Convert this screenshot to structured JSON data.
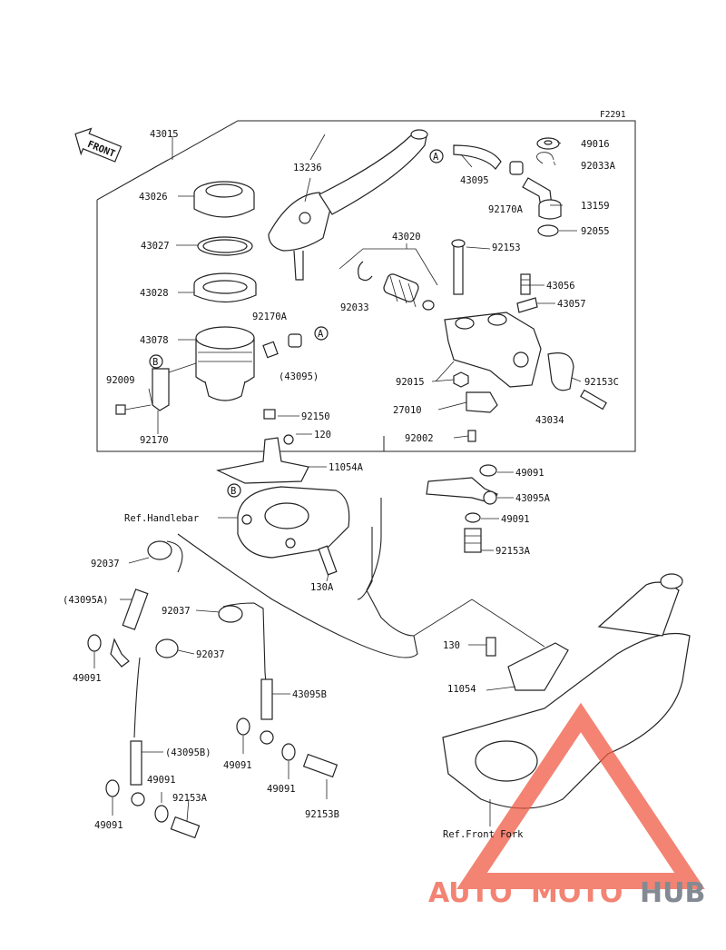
{
  "figure_id": "F2291",
  "front_label": "FRONT",
  "watermark": {
    "auto": "AUTO",
    "moto": "MOTO",
    "hub": "HUB",
    "accent": "#f05a44",
    "dark": "#5b6470"
  },
  "callouts": {
    "A": "A",
    "B": "B"
  },
  "parts": [
    {
      "id": "p43015",
      "text": "43015"
    },
    {
      "id": "p13236",
      "text": "13236"
    },
    {
      "id": "p43026",
      "text": "43026"
    },
    {
      "id": "p43027",
      "text": "43027"
    },
    {
      "id": "p43028",
      "text": "43028"
    },
    {
      "id": "p43078",
      "text": "43078"
    },
    {
      "id": "p92170A_l",
      "text": "92170A"
    },
    {
      "id": "p43095_p",
      "text": "(43095)"
    },
    {
      "id": "p92009",
      "text": "92009"
    },
    {
      "id": "p92170",
      "text": "92170"
    },
    {
      "id": "p92150",
      "text": "92150"
    },
    {
      "id": "p120",
      "text": "120"
    },
    {
      "id": "p11054A",
      "text": "11054A"
    },
    {
      "id": "p43020",
      "text": "43020"
    },
    {
      "id": "p92033",
      "text": "92033"
    },
    {
      "id": "p92153",
      "text": "92153"
    },
    {
      "id": "p43095",
      "text": "43095"
    },
    {
      "id": "p92170A_r",
      "text": "92170A"
    },
    {
      "id": "p49016",
      "text": "49016"
    },
    {
      "id": "p92033A",
      "text": "92033A"
    },
    {
      "id": "p13159",
      "text": "13159"
    },
    {
      "id": "p92055",
      "text": "92055"
    },
    {
      "id": "p43056",
      "text": "43056"
    },
    {
      "id": "p43057",
      "text": "43057"
    },
    {
      "id": "p92015",
      "text": "92015"
    },
    {
      "id": "p92153C",
      "text": "92153C"
    },
    {
      "id": "p27010",
      "text": "27010"
    },
    {
      "id": "p43034",
      "text": "43034"
    },
    {
      "id": "p92002",
      "text": "92002"
    },
    {
      "id": "p49091_a",
      "text": "49091"
    },
    {
      "id": "p43095A",
      "text": "43095A"
    },
    {
      "id": "p49091_b",
      "text": "49091"
    },
    {
      "id": "p92153A_r",
      "text": "92153A"
    },
    {
      "id": "pRefHandlebar",
      "text": "Ref.Handlebar"
    },
    {
      "id": "p92037_a",
      "text": "92037"
    },
    {
      "id": "p130A",
      "text": "130A"
    },
    {
      "id": "p43095A_p",
      "text": "(43095A)"
    },
    {
      "id": "p92037_b",
      "text": "92037"
    },
    {
      "id": "p92037_c",
      "text": "92037"
    },
    {
      "id": "p49091_c",
      "text": "49091"
    },
    {
      "id": "p130",
      "text": "130"
    },
    {
      "id": "p11054",
      "text": "11054"
    },
    {
      "id": "p43095B",
      "text": "43095B"
    },
    {
      "id": "p43095B_p",
      "text": "(43095B)"
    },
    {
      "id": "p49091_d",
      "text": "49091"
    },
    {
      "id": "p49091_e",
      "text": "49091"
    },
    {
      "id": "p49091_f",
      "text": "49091"
    },
    {
      "id": "p92153A_l",
      "text": "92153A"
    },
    {
      "id": "p49091_g",
      "text": "49091"
    },
    {
      "id": "p92153B",
      "text": "92153B"
    },
    {
      "id": "pRefFrontFork",
      "text": "Ref.Front Fork"
    }
  ]
}
